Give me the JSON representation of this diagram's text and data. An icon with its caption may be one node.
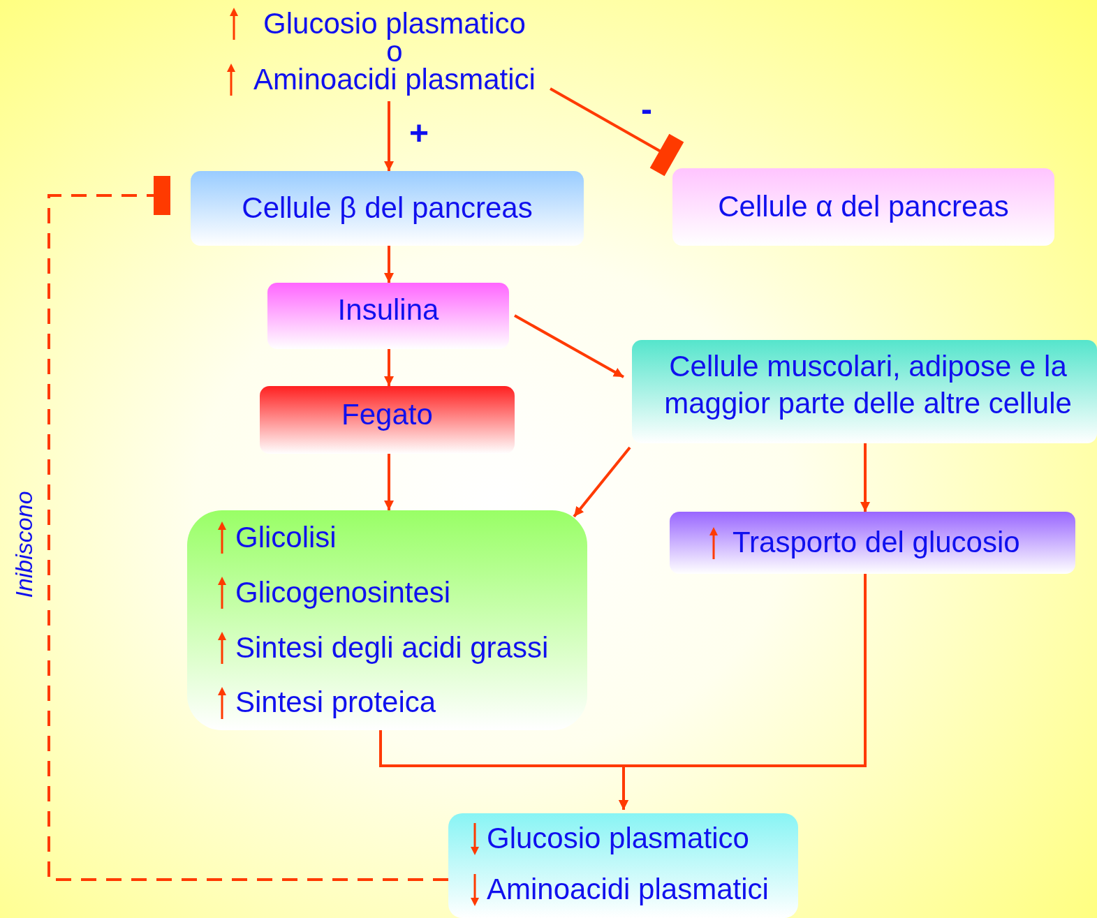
{
  "diagram": {
    "nodes": [
      {
        "text": [
          "Glucosio plasmatico",
          "o",
          "Aminoacidi plasmatici"
        ]
      },
      {
        "text": [
          "Cellule β del pancreas"
        ]
      },
      {
        "text": [
          "Cellule α del pancreas"
        ]
      },
      {
        "text": [
          "Insulina"
        ]
      },
      {
        "text": [
          "Fegato"
        ]
      },
      {
        "text": [
          "Cellule muscolari, adipose e la maggior parte delle altre cellule"
        ]
      },
      {
        "text": [
          "Glicolisi",
          "Glicogenosintesi",
          "Sintesi degli acidi grassi",
          "Sintesi proteica"
        ]
      },
      {
        "text": [
          "Trasporto del glucosio"
        ]
      },
      {
        "text": [
          "Glucosio plasmatico",
          "Aminoacidi plasmatici"
        ]
      }
    ],
    "edges": [
      {
        "from": 0,
        "to": 1,
        "arrow": "to",
        "label": "+"
      },
      {
        "from": 0,
        "to": 2,
        "arrow": "other",
        "label": "-"
      },
      {
        "from": 1,
        "to": 3,
        "arrow": "to"
      },
      {
        "from": 3,
        "to": 4,
        "arrow": "to"
      },
      {
        "from": 3,
        "to": 5,
        "arrow": "to"
      },
      {
        "from": 4,
        "to": 6,
        "arrow": "to"
      },
      {
        "from": 5,
        "to": 6,
        "arrow": "to"
      },
      {
        "from": 5,
        "to": 7,
        "arrow": "to"
      },
      {
        "from": 6,
        "to": 8,
        "arrow": "to"
      },
      {
        "from": 7,
        "to": 8,
        "arrow": "to"
      },
      {
        "from": 8,
        "to": 1,
        "arrow": "other",
        "style": "dashed",
        "label": "Inibiscono"
      }
    ]
  }
}
